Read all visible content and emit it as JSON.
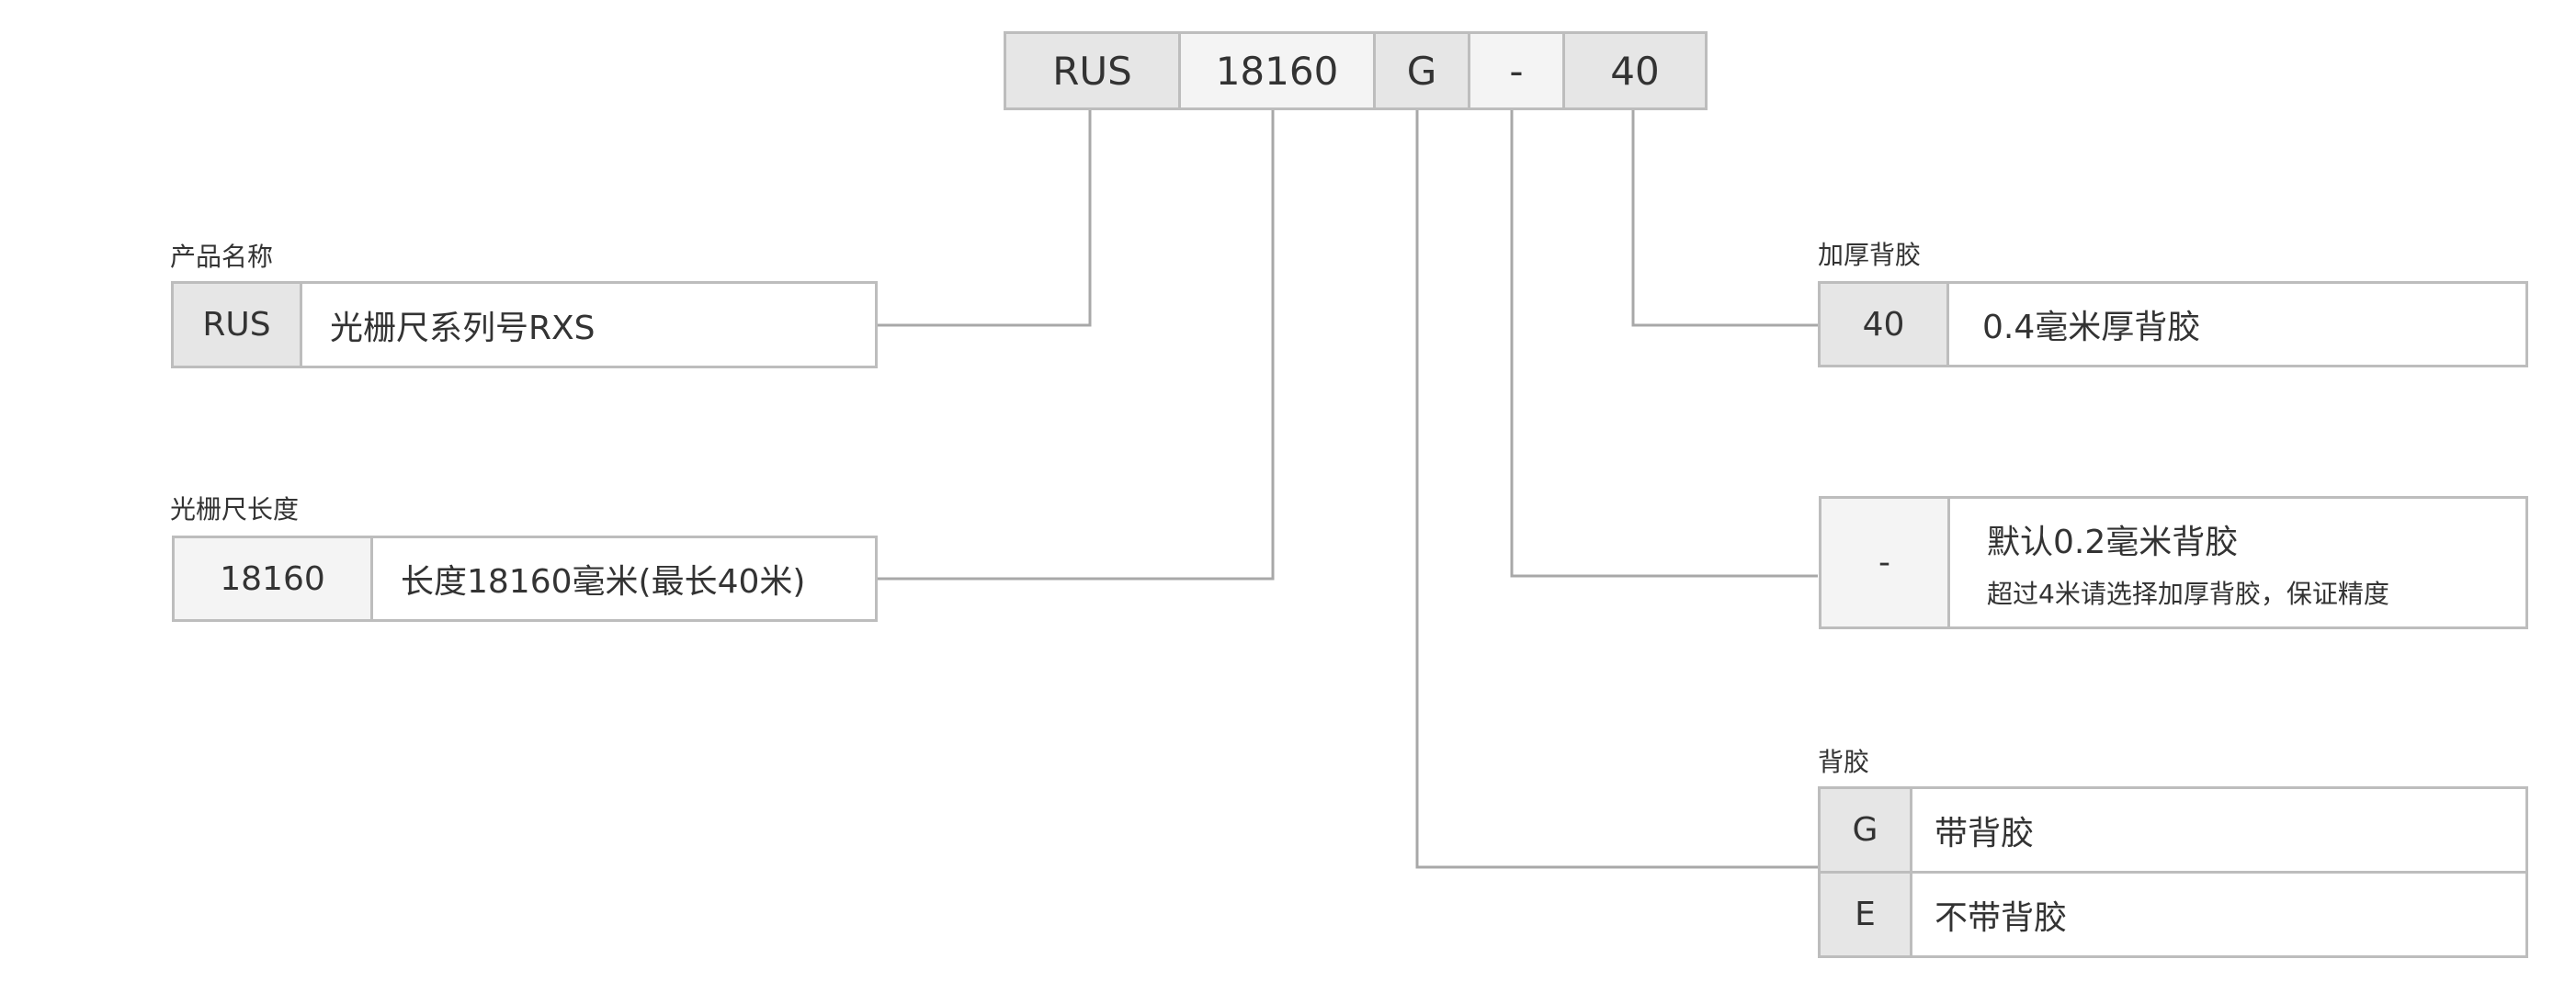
{
  "code": {
    "segments": [
      {
        "text": "RUS",
        "tone": "dark"
      },
      {
        "text": "18160",
        "tone": "light"
      },
      {
        "text": "G",
        "tone": "dark"
      },
      {
        "text": "-",
        "tone": "light"
      },
      {
        "text": "40",
        "tone": "dark"
      }
    ]
  },
  "product": {
    "label": "产品名称",
    "key": "RUS",
    "desc": "光栅尺系列号RXS"
  },
  "length": {
    "label": "光栅尺长度",
    "key": "18160",
    "desc": "长度18160毫米(最长40米)"
  },
  "thick": {
    "label": "加厚背胶",
    "key": "40",
    "desc": "0.4毫米厚背胶"
  },
  "default": {
    "key": "-",
    "desc": "默认0.2毫米背胶",
    "note": "超过4米请选择加厚背胶，保证精度"
  },
  "adhesive": {
    "label": "背胶",
    "rows": [
      {
        "key": "G",
        "desc": "带背胶"
      },
      {
        "key": "E",
        "desc": "不带背胶"
      }
    ]
  },
  "colors": {
    "dark_cell": "#e6e6e6",
    "light_cell": "#f4f4f4",
    "border": "#bdbdbd",
    "line": "#a8a8a8"
  }
}
